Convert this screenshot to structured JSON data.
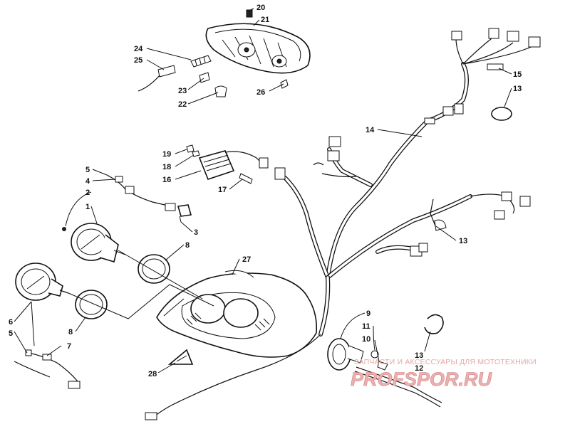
{
  "callouts": [
    {
      "id": "20",
      "text": "20"
    },
    {
      "id": "21",
      "text": "21"
    },
    {
      "id": "24",
      "text": "24"
    },
    {
      "id": "25",
      "text": "25"
    },
    {
      "id": "23",
      "text": "23"
    },
    {
      "id": "22",
      "text": "22"
    },
    {
      "id": "26",
      "text": "26"
    },
    {
      "id": "15",
      "text": "15"
    },
    {
      "id": "13a",
      "text": "13"
    },
    {
      "id": "14",
      "text": "14"
    },
    {
      "id": "19",
      "text": "19"
    },
    {
      "id": "18",
      "text": "18"
    },
    {
      "id": "16",
      "text": "16"
    },
    {
      "id": "17",
      "text": "17"
    },
    {
      "id": "5a",
      "text": "5"
    },
    {
      "id": "4",
      "text": "4"
    },
    {
      "id": "2",
      "text": "2"
    },
    {
      "id": "1",
      "text": "1"
    },
    {
      "id": "3",
      "text": "3"
    },
    {
      "id": "8a",
      "text": "8"
    },
    {
      "id": "27",
      "text": "27"
    },
    {
      "id": "13b",
      "text": "13"
    },
    {
      "id": "6",
      "text": "6"
    },
    {
      "id": "5b",
      "text": "5"
    },
    {
      "id": "7",
      "text": "7"
    },
    {
      "id": "8b",
      "text": "8"
    },
    {
      "id": "9",
      "text": "9"
    },
    {
      "id": "11",
      "text": "11"
    },
    {
      "id": "10",
      "text": "10"
    },
    {
      "id": "13c",
      "text": "13"
    },
    {
      "id": "12",
      "text": "12"
    },
    {
      "id": "28",
      "text": "28"
    }
  ],
  "watermark": {
    "subtitle": "ЗАПЧАСТИ И АКСЕССУАРЫ ДЛЯ МОТОТЕХНИКИ",
    "brand": "PROFSPOR.RU",
    "color": "#e9b1b1"
  }
}
